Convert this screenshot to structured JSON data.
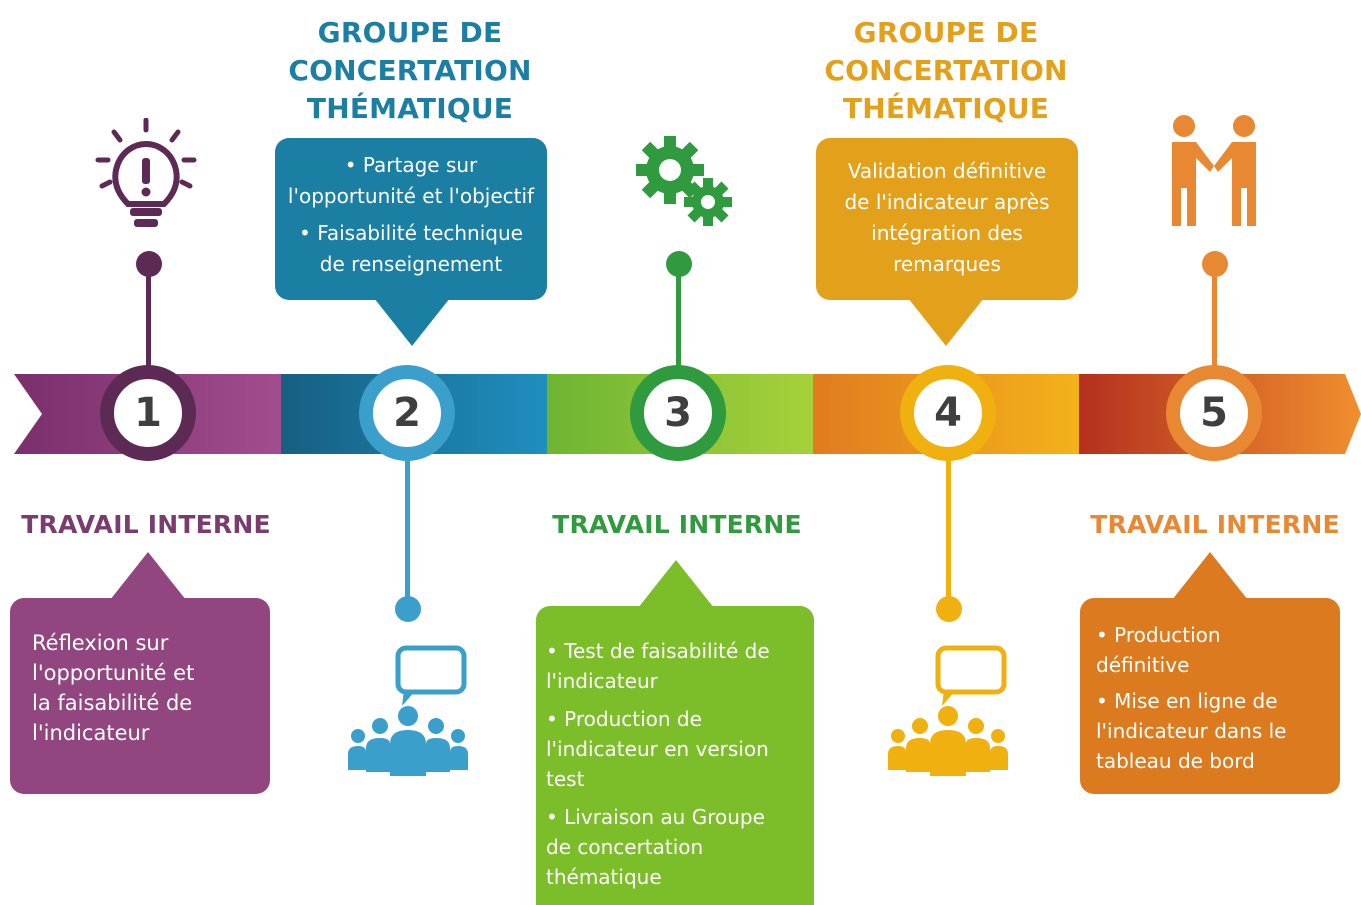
{
  "steps": [
    {
      "number": "1",
      "heading": "TRAVAIL INTERNE",
      "lines": [
        "Réflexion sur",
        "l'opportunité et",
        "la faisabilité de",
        "l'indicateur"
      ],
      "icon": "lightbulb-icon",
      "color": "#7a3b6e"
    },
    {
      "number": "2",
      "heading": [
        "GROUPE DE",
        "CONCERTATION",
        "THÉMATIQUE"
      ],
      "bullets": [
        "• Partage sur",
        "l'opportunité et l'objectif",
        "• Faisabilité technique",
        "de renseignement"
      ],
      "icon": "discussion-group-icon",
      "color": "#1b7fa3"
    },
    {
      "number": "3",
      "heading": "TRAVAIL INTERNE",
      "bullets": [
        "• Test de faisabilité de",
        "l'indicateur",
        "• Production de",
        "l'indicateur en version",
        "test",
        "• Livraison au Groupe",
        "de concertation",
        "thématique"
      ],
      "icon": "gears-icon",
      "color": "#74b52a"
    },
    {
      "number": "4",
      "heading": [
        "GROUPE DE",
        "CONCERTATION",
        "THÉMATIQUE"
      ],
      "lines": [
        "Validation définitive",
        "de l'indicateur après",
        "intégration des",
        "remarques"
      ],
      "icon": "discussion-group-icon",
      "color": "#e8a21c"
    },
    {
      "number": "5",
      "heading": "TRAVAIL INTERNE",
      "bullets": [
        "• Production",
        "définitive",
        "• Mise en ligne de",
        "l'indicateur dans le",
        "tableau de bord"
      ],
      "icon": "handshake-icon",
      "color": "#e07a25"
    }
  ],
  "colors": {
    "purple": "#7a3b6e",
    "blue": "#1b7fa3",
    "light_blue": "#3a9fca",
    "green": "#2f9a3e",
    "lime": "#7cbd2a",
    "yellow": "#f0b00f",
    "amber": "#e3a11b",
    "orange": "#e98833"
  }
}
